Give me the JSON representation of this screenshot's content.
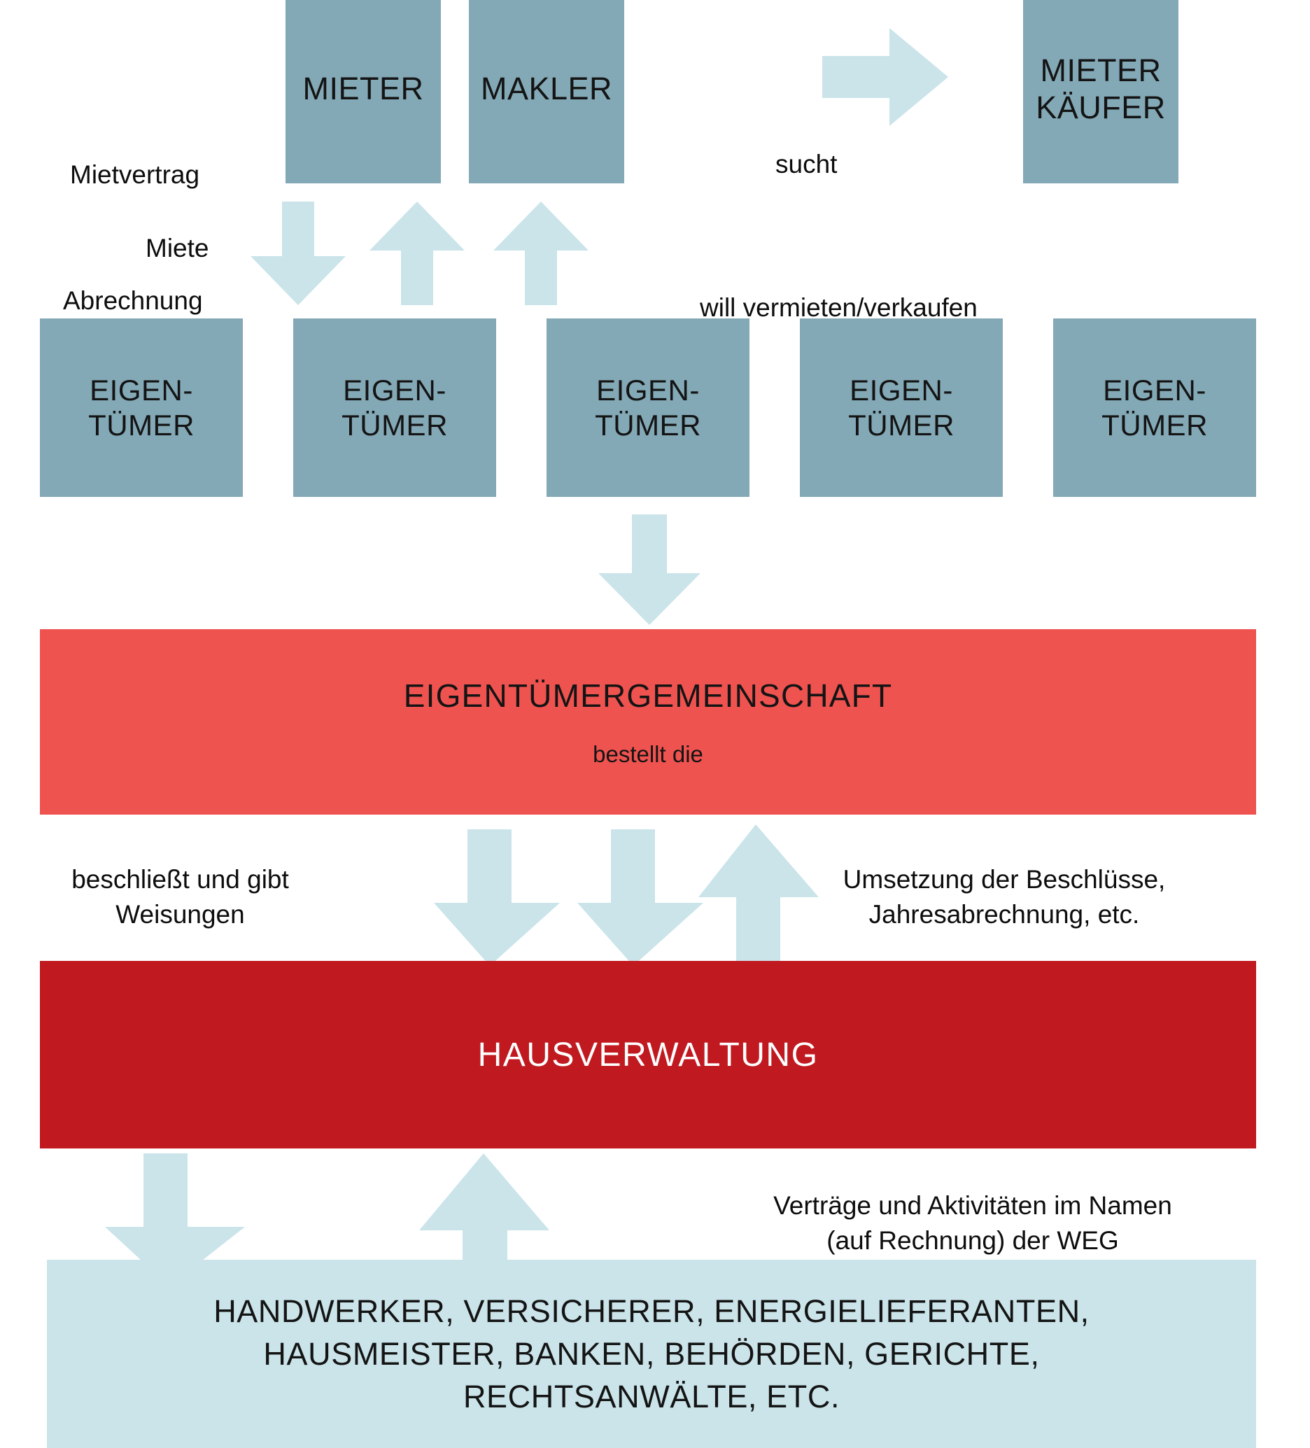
{
  "diagram": {
    "title": "WEG Hausverwaltung Struktur",
    "colors": {
      "actor_box": "#83a8b6",
      "arrow": "#cae4ea",
      "community_band": "#ef5350",
      "management_band": "#c01a20",
      "providers_band": "#cae4ea",
      "text_dark": "#141414",
      "text_light": "#ffffff"
    },
    "top_row": {
      "tenant": "MIETER",
      "broker": "MAKLER",
      "tenant_buyer": "MIETER\nKÄUFER"
    },
    "owner_row": {
      "label": "EIGEN-\nTÜMER",
      "count": 5
    },
    "bands": {
      "community": {
        "title": "EIGENTÜMERGEMEINSCHAFT",
        "subtitle": "bestellt die"
      },
      "management": {
        "title": "HAUSVERWALTUNG"
      },
      "providers": {
        "text": "HANDWERKER, VERSICHERER, ENERGIELIEFERANTEN,\nHAUSMEISTER, BANKEN, BEHÖRDEN, GERICHTE,\nRECHTSANWÄLTE, ETC."
      }
    },
    "labels": {
      "rent_contract": "Mietvertrag",
      "rent": "Miete",
      "settlement": "Abrechnung",
      "searches": "sucht",
      "wants_to_rent_sell": "will vermieten/verkaufen",
      "decides_and_instructs": "beschließt und gibt\nWeisungen",
      "implementation": "Umsetzung der Beschlüsse,\nJahresabrechnung, etc.",
      "contracts_on_behalf": "Verträge und Aktivitäten im Namen\n(auf Rechnung) der WEG"
    }
  }
}
